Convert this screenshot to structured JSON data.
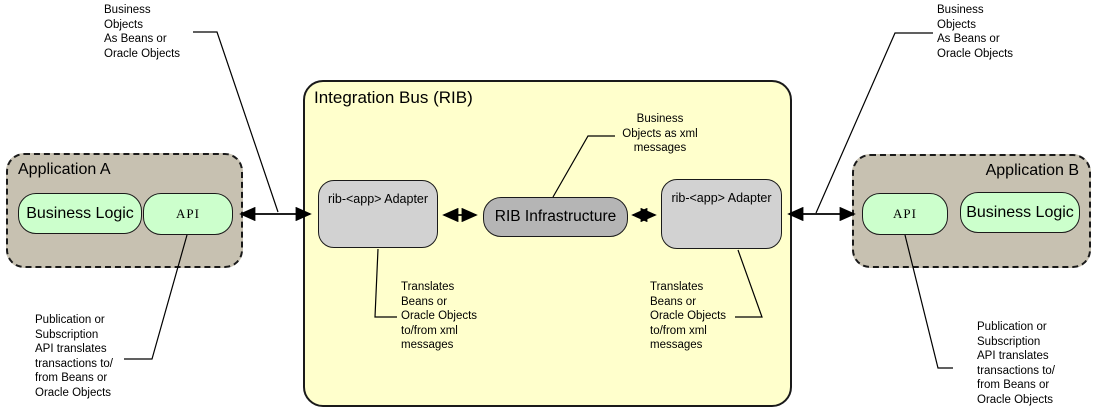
{
  "diagram": {
    "title": "Integration Bus (RIB)",
    "colors": {
      "bus_fill": "#ffffcc",
      "app_fill": "#c7c1b1",
      "api_fill": "#ccffcc",
      "adapter_fill": "#d2d2d2",
      "infrastructure_fill": "#b5b5b5",
      "line": "#000000"
    },
    "app_a": {
      "label": "Application A",
      "business_logic": "Business Logic",
      "api": "API"
    },
    "app_b": {
      "label": "Application B",
      "business_logic": "Business Logic",
      "api": "API"
    },
    "rib": {
      "adapter_left": "rib-<app> Adapter",
      "adapter_right": "rib-<app> Adapter",
      "infrastructure": "RIB Infrastructure"
    },
    "notes": {
      "top_left": "Business\nObjects\nAs Beans or\nOracle Objects",
      "top_right": "Business\nObjects\nAs Beans or\nOracle Objects",
      "middle": "Business\nObjects as xml\nmessages",
      "adapter_left": "Translates\nBeans or\nOracle Objects\nto/from xml\nmessages",
      "adapter_right": "Translates\nBeans or\nOracle Objects\nto/from xml\nmessages",
      "bottom_left": "Publication or\nSubscription\nAPI translates\ntransactions to/\nfrom Beans or\nOracle Objects",
      "bottom_right": "Publication or\nSubscription\nAPI translates\ntransactions to/\nfrom Beans or\nOracle Objects"
    }
  }
}
